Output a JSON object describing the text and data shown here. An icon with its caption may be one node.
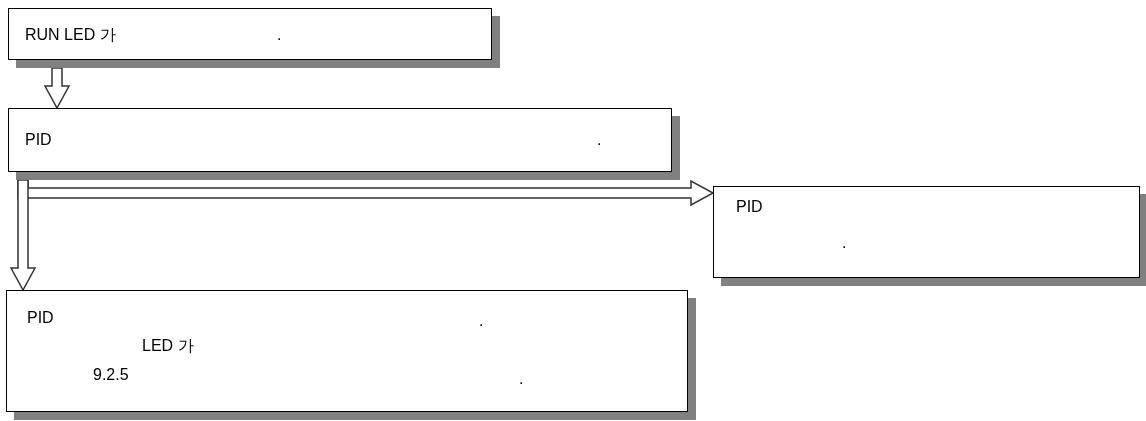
{
  "diagram": {
    "nodes": [
      {
        "text": [
          "RUN LED 가",
          "."
        ]
      },
      {
        "text": [
          "PID",
          "."
        ]
      },
      {
        "text": [
          "PID",
          "."
        ]
      },
      {
        "text": [
          "PID",
          ".",
          "LED 가",
          "9.2.5",
          "."
        ]
      }
    ],
    "edges": [
      {
        "from": 0,
        "to": 1,
        "arrow": "to"
      },
      {
        "from": 1,
        "to": 2,
        "arrow": "to"
      },
      {
        "from": 1,
        "to": 3,
        "arrow": "to"
      }
    ]
  }
}
